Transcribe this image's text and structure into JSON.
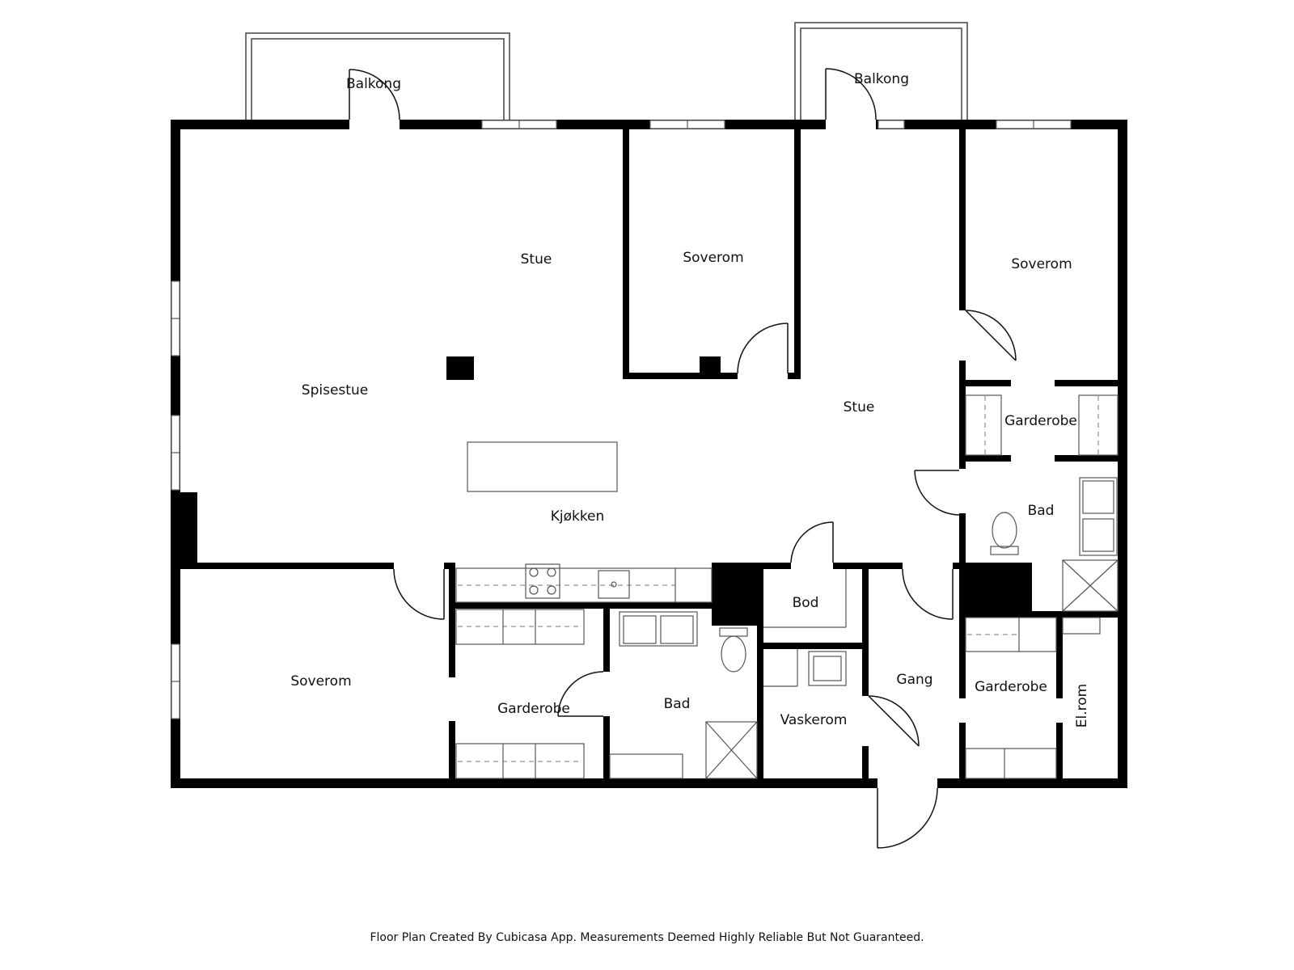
{
  "rooms": {
    "balkong_left": "Balkong",
    "balkong_right": "Balkong",
    "stue_main": "Stue",
    "soverom_top": "Soverom",
    "soverom_right": "Soverom",
    "spisestue": "Spisestue",
    "stue_right": "Stue",
    "garderobe_right": "Garderobe",
    "bad_right": "Bad",
    "kjokken": "Kjøkken",
    "bod": "Bod",
    "soverom_left": "Soverom",
    "gang": "Gang",
    "garderobe_mid": "Garderobe",
    "bad_mid": "Bad",
    "garderobe_lower_right": "Garderobe",
    "vaskerom": "Vaskerom",
    "elrom": "El.rom"
  },
  "footer": {
    "disclaimer": "Floor Plan Created By Cubicasa App. Measurements Deemed Highly Reliable But Not Guaranteed."
  }
}
